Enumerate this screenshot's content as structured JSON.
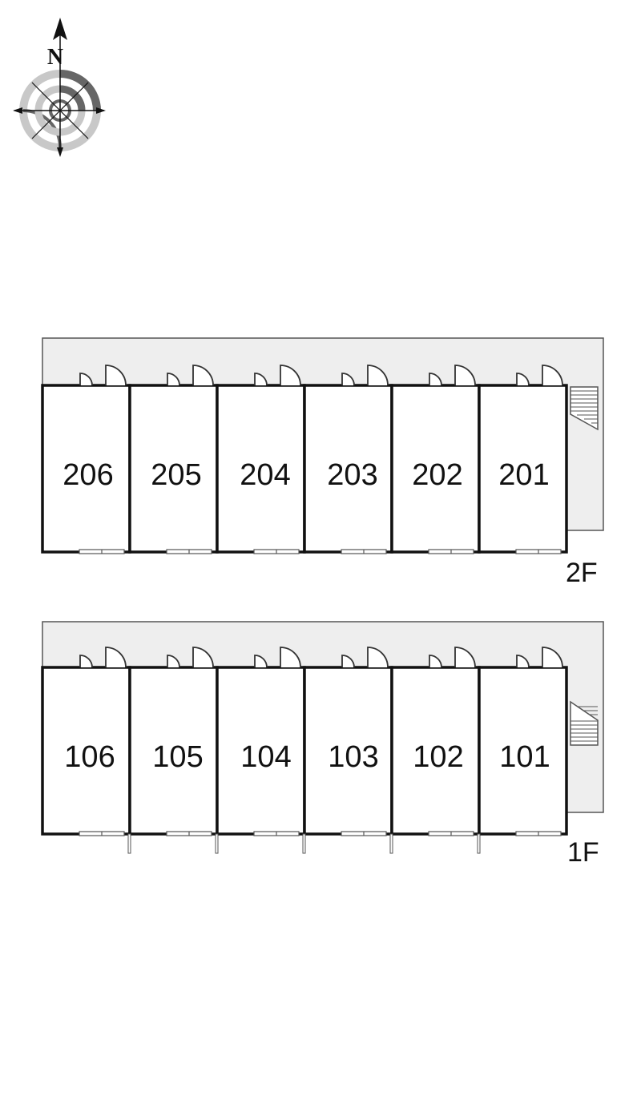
{
  "compass": {
    "north_label": "N",
    "icon": "compass-rose-icon"
  },
  "colors": {
    "corridor_fill": "#eeeeee",
    "wall": "#111111",
    "outline": "#555555",
    "compass_dark": "#666666",
    "compass_light": "#c8c8c8"
  },
  "floors": [
    {
      "id": "2f",
      "label": "2F",
      "units": [
        "206",
        "205",
        "204",
        "203",
        "202",
        "201"
      ]
    },
    {
      "id": "1f",
      "label": "1F",
      "units": [
        "106",
        "105",
        "104",
        "103",
        "102",
        "101"
      ]
    }
  ]
}
